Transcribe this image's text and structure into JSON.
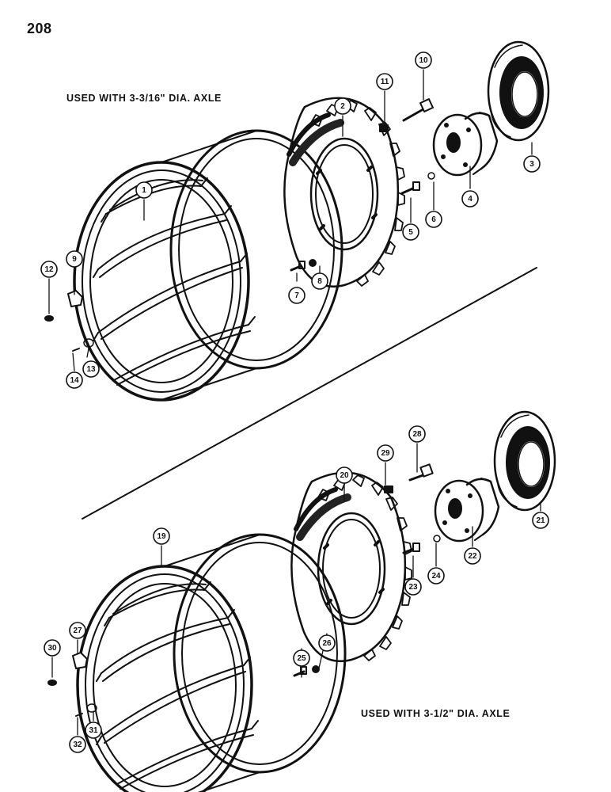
{
  "page_number": "208",
  "captions": {
    "top": "USED WITH 3-3/16\" DIA. AXLE",
    "bottom": "USED WITH 3-1/2\" DIA. AXLE"
  },
  "callouts": [
    "1",
    "2",
    "3",
    "4",
    "5",
    "6",
    "7",
    "8",
    "9",
    "10",
    "11",
    "12",
    "13",
    "14",
    "19",
    "20",
    "21",
    "22",
    "23",
    "24",
    "25",
    "26",
    "27",
    "28",
    "29",
    "30",
    "31",
    "32"
  ]
}
